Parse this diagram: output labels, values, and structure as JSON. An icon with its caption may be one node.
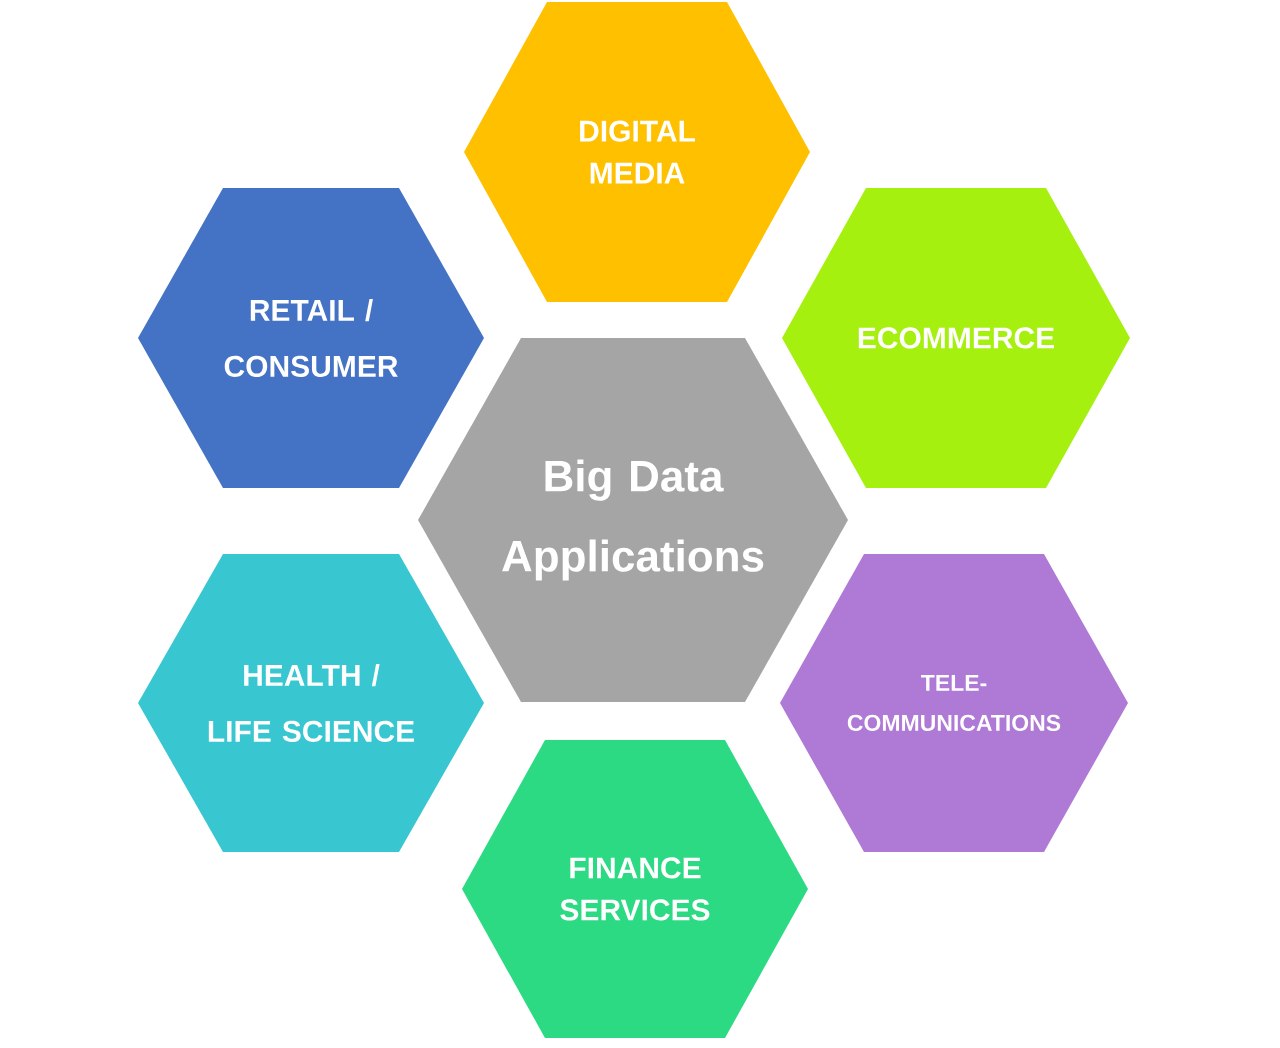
{
  "diagram": {
    "nodes": [
      {
        "text": [
          "DIGITAL MEDIA"
        ]
      },
      {
        "text": [
          "RETAIL / CONSUMER"
        ]
      },
      {
        "text": [
          "ECOMMERCE"
        ]
      },
      {
        "text": [
          "Big Data Applications"
        ]
      },
      {
        "text": [
          "HEALTH / LIFE SCIENCE"
        ]
      },
      {
        "text": [
          "TELE- COMMUNICATIONS"
        ]
      },
      {
        "text": [
          "FINANCE SERVICES"
        ]
      }
    ]
  }
}
